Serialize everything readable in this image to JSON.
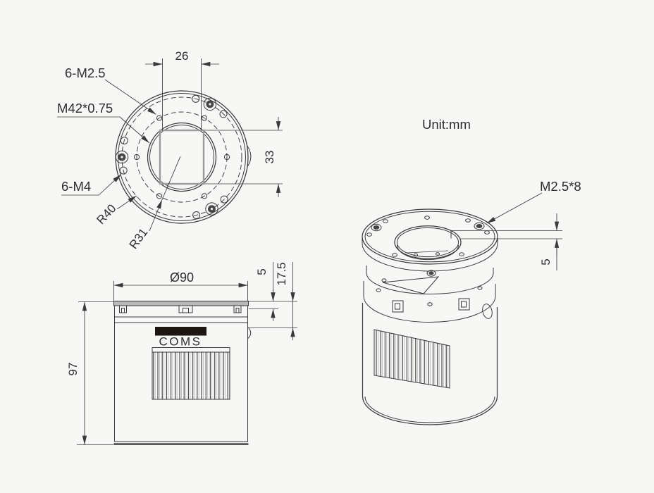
{
  "drawing": {
    "unit_note": "Unit:mm",
    "top_view": {
      "dim_width": "26",
      "dim_height": "33",
      "screw_label_m25": "6-M2.5",
      "thread_label": "M42*0.75",
      "screw_label_m4": "6-M4",
      "radius_outer": "R40",
      "radius_inner": "R31"
    },
    "front_view": {
      "dim_diameter": "Ø90",
      "dim_step": "5",
      "dim_flange_total": "17.5",
      "dim_height": "97",
      "sensor_label": "COMS"
    },
    "iso_view": {
      "screw_label": "M2.5*8",
      "dim_lip": "5"
    },
    "colors": {
      "line": "#3a3a3a",
      "background": "#f7f7f5",
      "flange_fill": "#b9b9b9",
      "bar_fill": "#1c1512"
    }
  }
}
